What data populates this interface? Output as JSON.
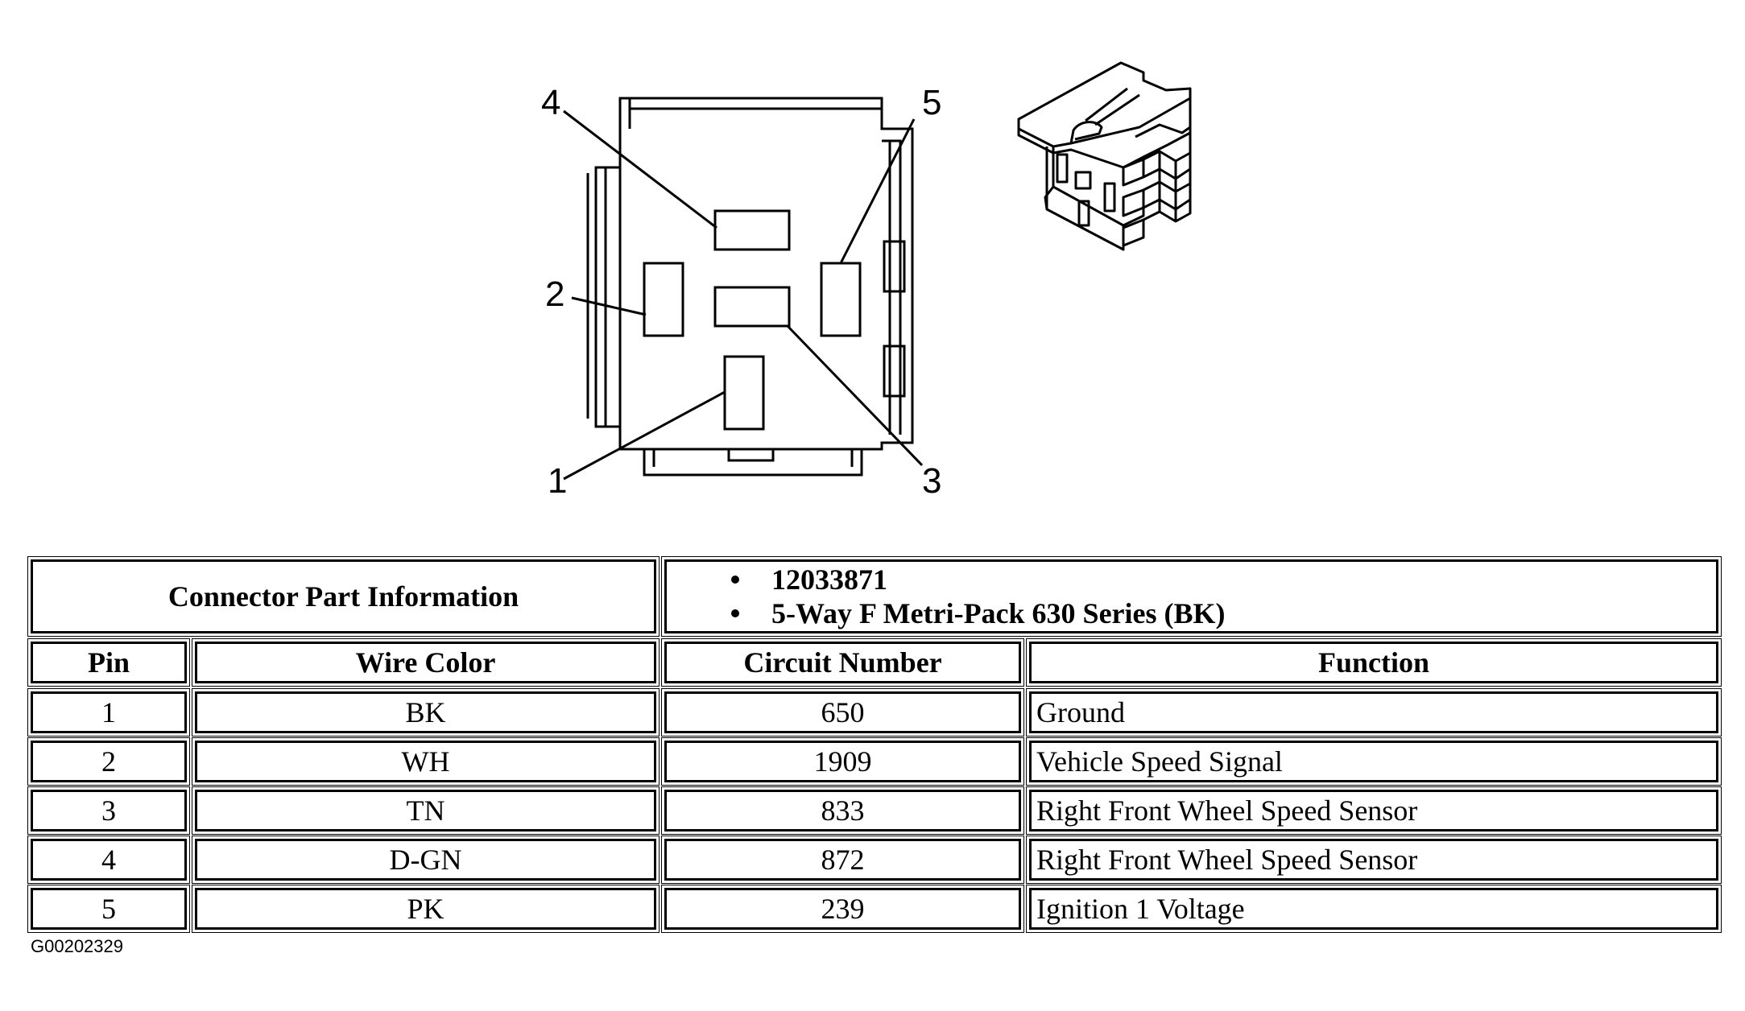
{
  "diagram": {
    "pin_callouts": [
      "4",
      "5",
      "2",
      "1",
      "3"
    ]
  },
  "connector_info": {
    "heading": "Connector Part Information",
    "part_lines": [
      "12033871",
      "5-Way F Metri-Pack 630 Series (BK)"
    ]
  },
  "table": {
    "headers": [
      "Pin",
      "Wire Color",
      "Circuit Number",
      "Function"
    ],
    "rows": [
      [
        "1",
        "BK",
        "650",
        "Ground"
      ],
      [
        "2",
        "WH",
        "1909",
        "Vehicle Speed Signal"
      ],
      [
        "3",
        "TN",
        "833",
        "Right Front Wheel Speed Sensor"
      ],
      [
        "4",
        "D-GN",
        "872",
        "Right Front Wheel Speed Sensor"
      ],
      [
        "5",
        "PK",
        "239",
        "Ignition 1 Voltage"
      ]
    ]
  },
  "figure_id": "G00202329"
}
